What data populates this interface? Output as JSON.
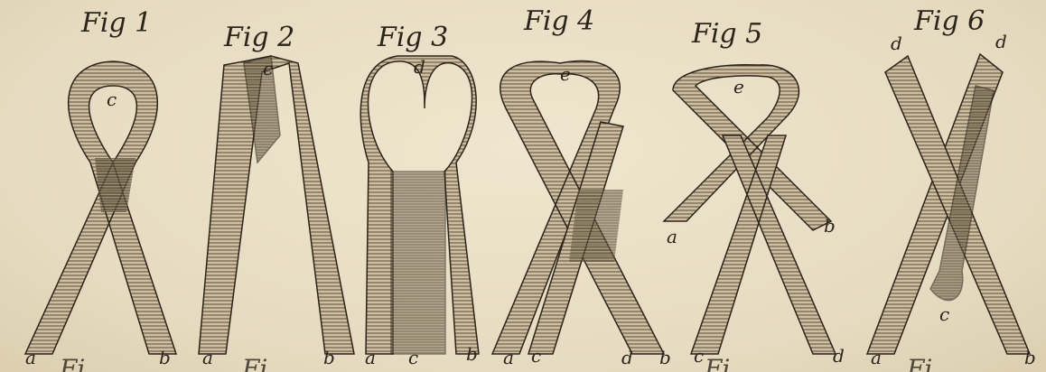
{
  "figures": [
    {
      "title": "Fig 1",
      "labels": [
        "c",
        "a",
        "b"
      ]
    },
    {
      "title": "Fig 2",
      "labels": [
        "c",
        "a",
        "b"
      ]
    },
    {
      "title": "Fig 3",
      "labels": [
        "d",
        "a",
        "c",
        "b"
      ]
    },
    {
      "title": "Fig 4",
      "labels": [
        "e",
        "a",
        "c",
        "d",
        "b"
      ]
    },
    {
      "title": "Fig 5",
      "labels": [
        "e",
        "a",
        "b",
        "c",
        "d"
      ]
    },
    {
      "title": "Fig 6",
      "labels": [
        "d",
        "d",
        "c",
        "a",
        "b"
      ]
    }
  ],
  "bottom_fragments": [
    "Fi",
    "Fi",
    "Fi",
    "Fi"
  ],
  "colors": {
    "paper": "#e9dfc6",
    "ink": "#2b241b",
    "ribbon": "#c9bb9c"
  }
}
